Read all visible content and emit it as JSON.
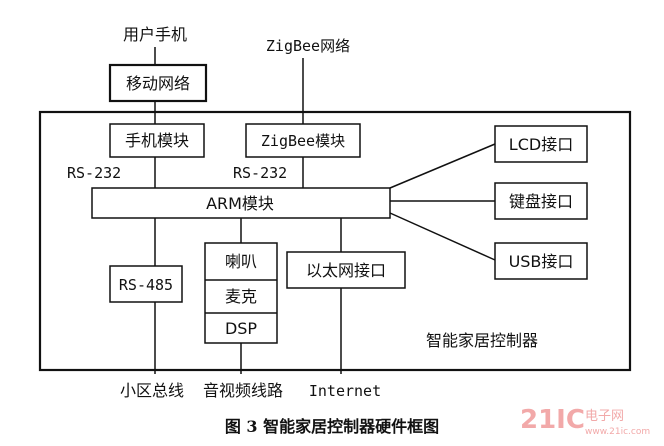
{
  "top_labels": {
    "user_phone": "用户手机",
    "zigbee_network": "ZigBee网络"
  },
  "blocks": {
    "mobile_network": "移动网络",
    "phone_module": "手机模块",
    "zigbee_module": "ZigBee模块",
    "lcd_interface": "LCD接口",
    "arm_module": "ARM模块",
    "keyboard_interface": "键盘接口",
    "usb_interface": "USB接口",
    "rs485": "RS-485",
    "speaker": "喇叭",
    "microphone": "麦克",
    "dsp": "DSP",
    "ethernet_interface": "以太网接口"
  },
  "link_labels": {
    "rs232_left": "RS-232",
    "rs232_right": "RS-232"
  },
  "controller_label": "智能家居控制器",
  "bottom_labels": {
    "community_bus": "小区总线",
    "av_line": "音视频线路",
    "internet": "Internet"
  },
  "caption": "图 3   智能家居控制器硬件框图",
  "watermark": {
    "brand": "21IC",
    "cn": "电子网",
    "url": "www.21ic.com"
  }
}
